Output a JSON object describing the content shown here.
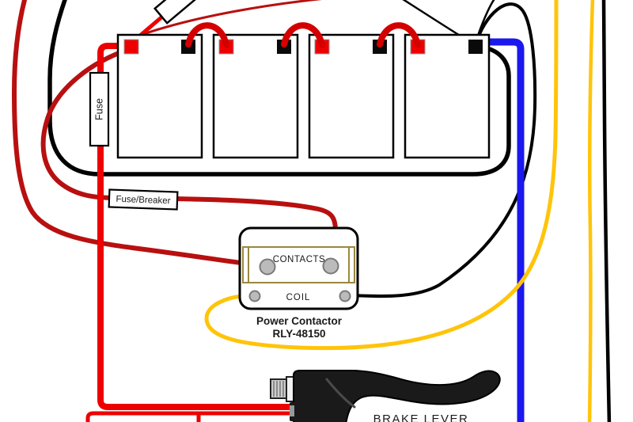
{
  "diagram": {
    "type": "ebike-wiring-diagram",
    "battery_count": 4,
    "labels": {
      "fuse": "Fuse",
      "fuse_breaker": "Fuse/Breaker",
      "contacts": "CONTACTS",
      "coil": "COIL",
      "contactor_line1": "Power Contactor",
      "contactor_line2": "RLY-48150",
      "brake_lever": "BRAKE LEVER"
    },
    "colors": {
      "red": "#EE0000",
      "dark_red": "#B81010",
      "jumper_red": "#D40000",
      "black": "#000000",
      "blue": "#1B17EF",
      "yellow": "#FFC40A",
      "band_tan": "#9A873E",
      "terminal_gray_fill": "#BBBBBB",
      "terminal_gray_stroke": "#7A7A7A",
      "terminal_positive": "#EE0000",
      "terminal_negative": "#0A0A0A"
    }
  }
}
